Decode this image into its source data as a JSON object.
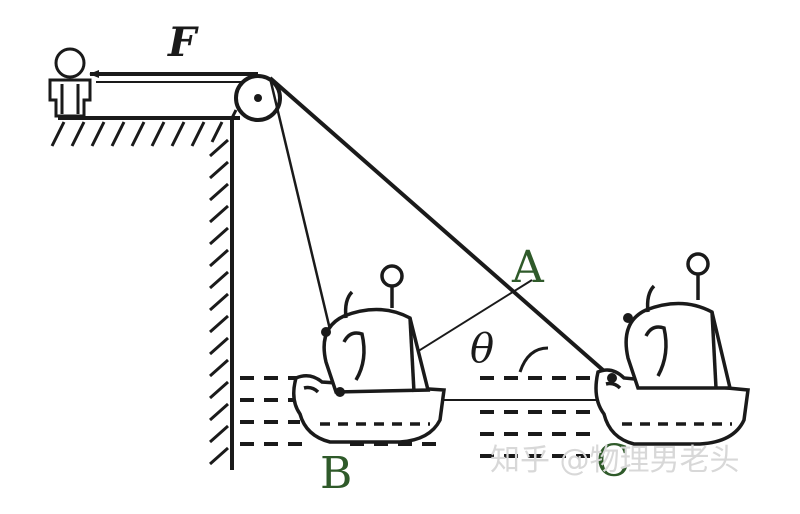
{
  "labels": {
    "force": "F",
    "point_a": "A",
    "point_b": "B",
    "point_c": "C",
    "angle": "θ"
  },
  "watermark": "知乎 @物理男老头",
  "colors": {
    "ink": "#1a1a1a",
    "label_green": "#2f5a2a",
    "watermark": "#d8d8d8"
  }
}
